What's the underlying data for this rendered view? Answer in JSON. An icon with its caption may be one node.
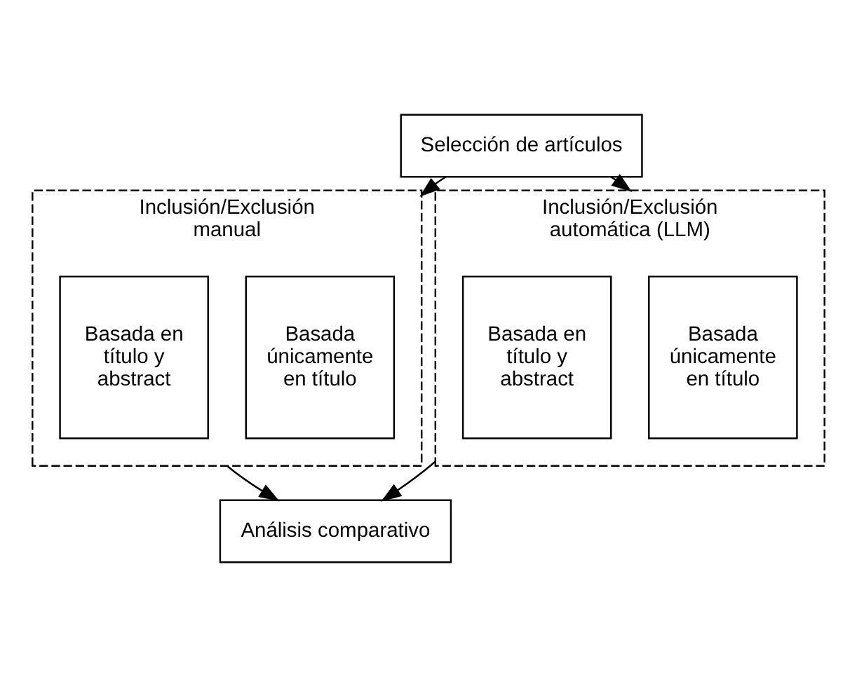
{
  "diagram": {
    "nodes": [
      {
        "text": [
          "Selección de artículos"
        ]
      },
      {
        "text": [
          "Inclusión/Exclusión manual"
        ]
      },
      {
        "text": [
          "Basada únicamente en título"
        ],
        "in": 1
      },
      {
        "text": [
          "Basada en título y abstract"
        ],
        "in": 1
      },
      {
        "text": [
          "Inclusión/Exclusión automática (LLM)"
        ]
      },
      {
        "text": [
          "Basada únicamente en título"
        ],
        "in": 4
      },
      {
        "text": [
          "Basada en título y abstract"
        ],
        "in": 4
      },
      {
        "text": [
          "Análisis comparativo"
        ]
      }
    ],
    "edges": [
      {
        "from": 0,
        "to": 1,
        "arrow": "to"
      },
      {
        "from": 0,
        "to": 4,
        "arrow": "to"
      },
      {
        "from": 1,
        "to": 7,
        "arrow": "to"
      },
      {
        "from": 4,
        "to": 7,
        "arrow": "to"
      }
    ]
  }
}
